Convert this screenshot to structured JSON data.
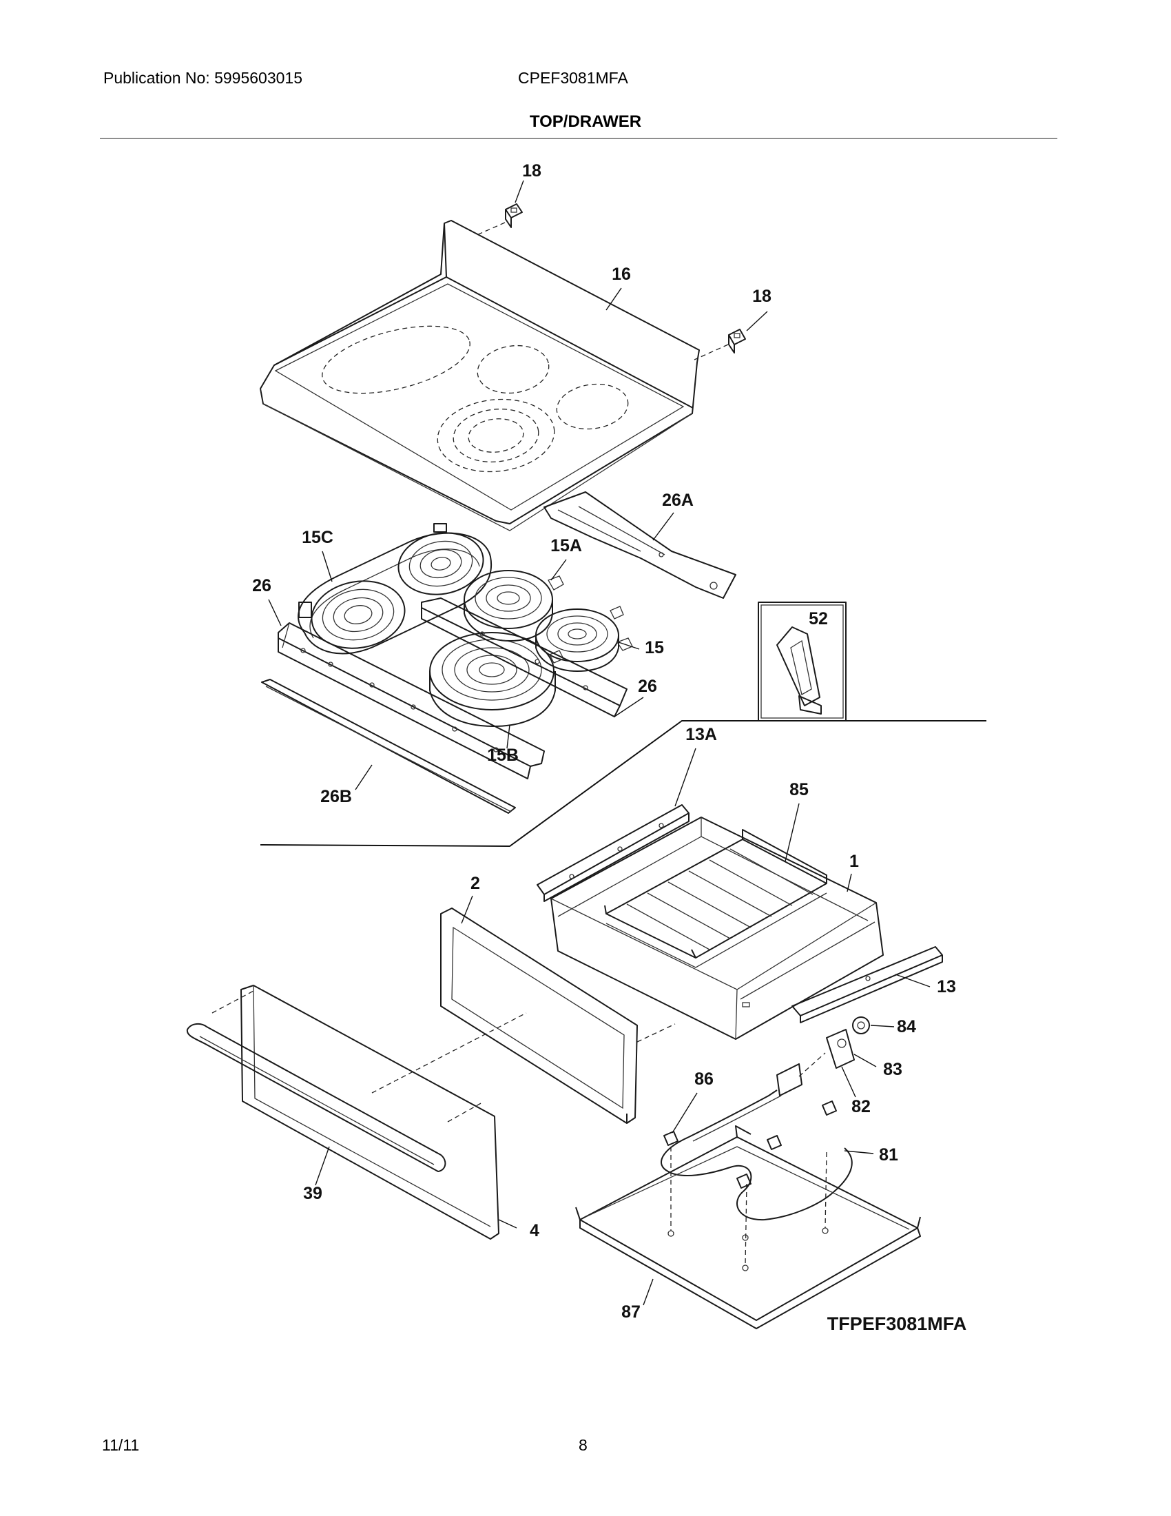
{
  "header": {
    "publication": "Publication No: 5995603015",
    "model": "CPEF3081MFA",
    "title": "TOP/DRAWER"
  },
  "footer": {
    "date": "11/11",
    "page": "8"
  },
  "diagram": {
    "reference_code": "TFPEF3081MFA",
    "callouts": {
      "c18a": "18",
      "c16": "16",
      "c18b": "18",
      "c26A": "26A",
      "c15C": "15C",
      "c15A": "15A",
      "c26a": "26",
      "c52": "52",
      "c15": "15",
      "c26b": "26",
      "c15B": "15B",
      "c26B": "26B",
      "c13A": "13A",
      "c85": "85",
      "c1": "1",
      "c2": "2",
      "c13": "13",
      "c84": "84",
      "c83": "83",
      "c86": "86",
      "c82": "82",
      "c81": "81",
      "c39": "39",
      "c4": "4",
      "c87": "87"
    }
  }
}
